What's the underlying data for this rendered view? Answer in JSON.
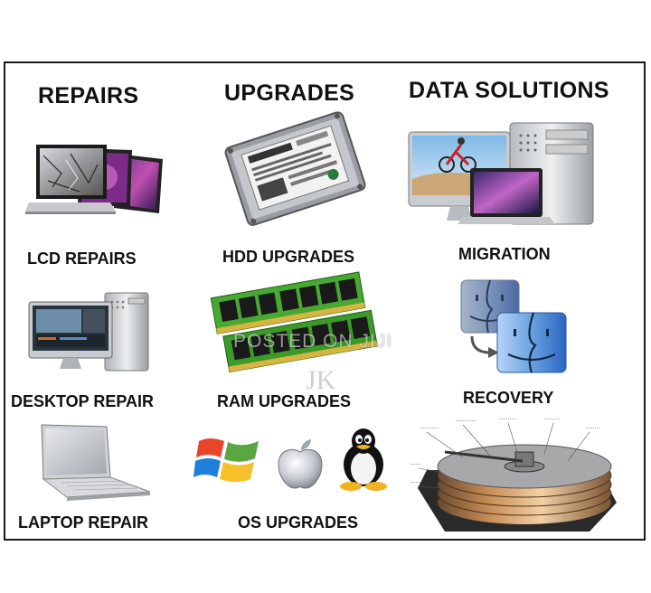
{
  "columns": {
    "repairs": "REPAIRS",
    "upgrades": "UPGRADES",
    "data_solutions": "DATA SOLUTIONS"
  },
  "services": {
    "lcd_repairs": "LCD REPAIRS",
    "hdd_upgrades": "HDD UPGRADES",
    "migration": "MIGRATION",
    "desktop_repair": "DESKTOP REPAIR",
    "ram_upgrades": "RAM UPGRADES",
    "recovery": "RECOVERY",
    "laptop_repair": "LAPTOP REPAIR",
    "os_upgrades": "OS UPGRADES"
  },
  "watermark": {
    "text": "POSTED ON JIJI",
    "mark": "JK"
  },
  "icons": {
    "lcd": "laptop-screens-icon",
    "hdd": "hard-drive-icon",
    "migration": "computers-icon",
    "desktop": "desktop-computer-icon",
    "ram": "ram-modules-icon",
    "recovery": "finder-icon",
    "laptop": "laptop-icon",
    "os": [
      "windows-logo",
      "apple-logo",
      "linux-tux-logo"
    ],
    "disk": "opened-hard-disk-icon"
  }
}
